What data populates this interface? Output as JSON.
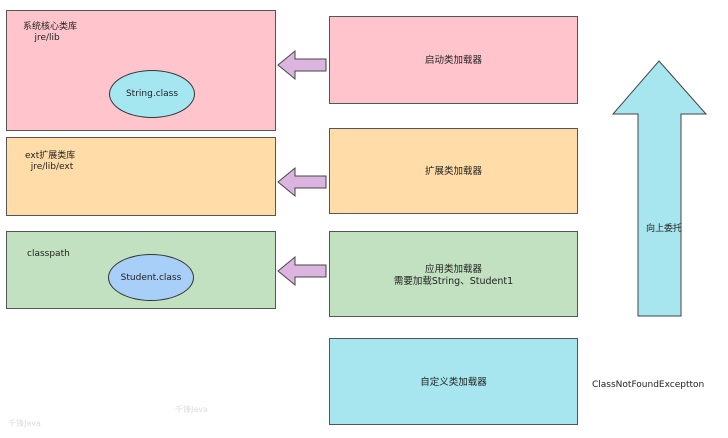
{
  "colors": {
    "bootstrap": "#ffc4cc",
    "extension": "#ffdca8",
    "application": "#c1e1c0",
    "custom": "#a7e6ef",
    "string_ellipse": "#a5e7f0",
    "student_ellipse": "#a8cff7",
    "arrow_fill": "#dcb4e0"
  },
  "left_boxes": {
    "core": {
      "label": "系统核心类库\n    jre/lib",
      "ellipse": "String.class"
    },
    "ext": {
      "label": "ext扩展类库\n  jre/lib/ext"
    },
    "classpath": {
      "label": "classpath",
      "ellipse": "Student.class"
    }
  },
  "loaders": {
    "bootstrap": "启动类加载器",
    "extension": "扩展类加载器",
    "application_line1": "应用类加载器",
    "application_line2": "需要加载String、Student1",
    "custom": "自定义类加载器"
  },
  "delegate_arrow_label": "向上委托",
  "exception_note": "ClassNotFoundExceptton",
  "watermarks": [
    "千锋Java",
    "千锋Java"
  ]
}
